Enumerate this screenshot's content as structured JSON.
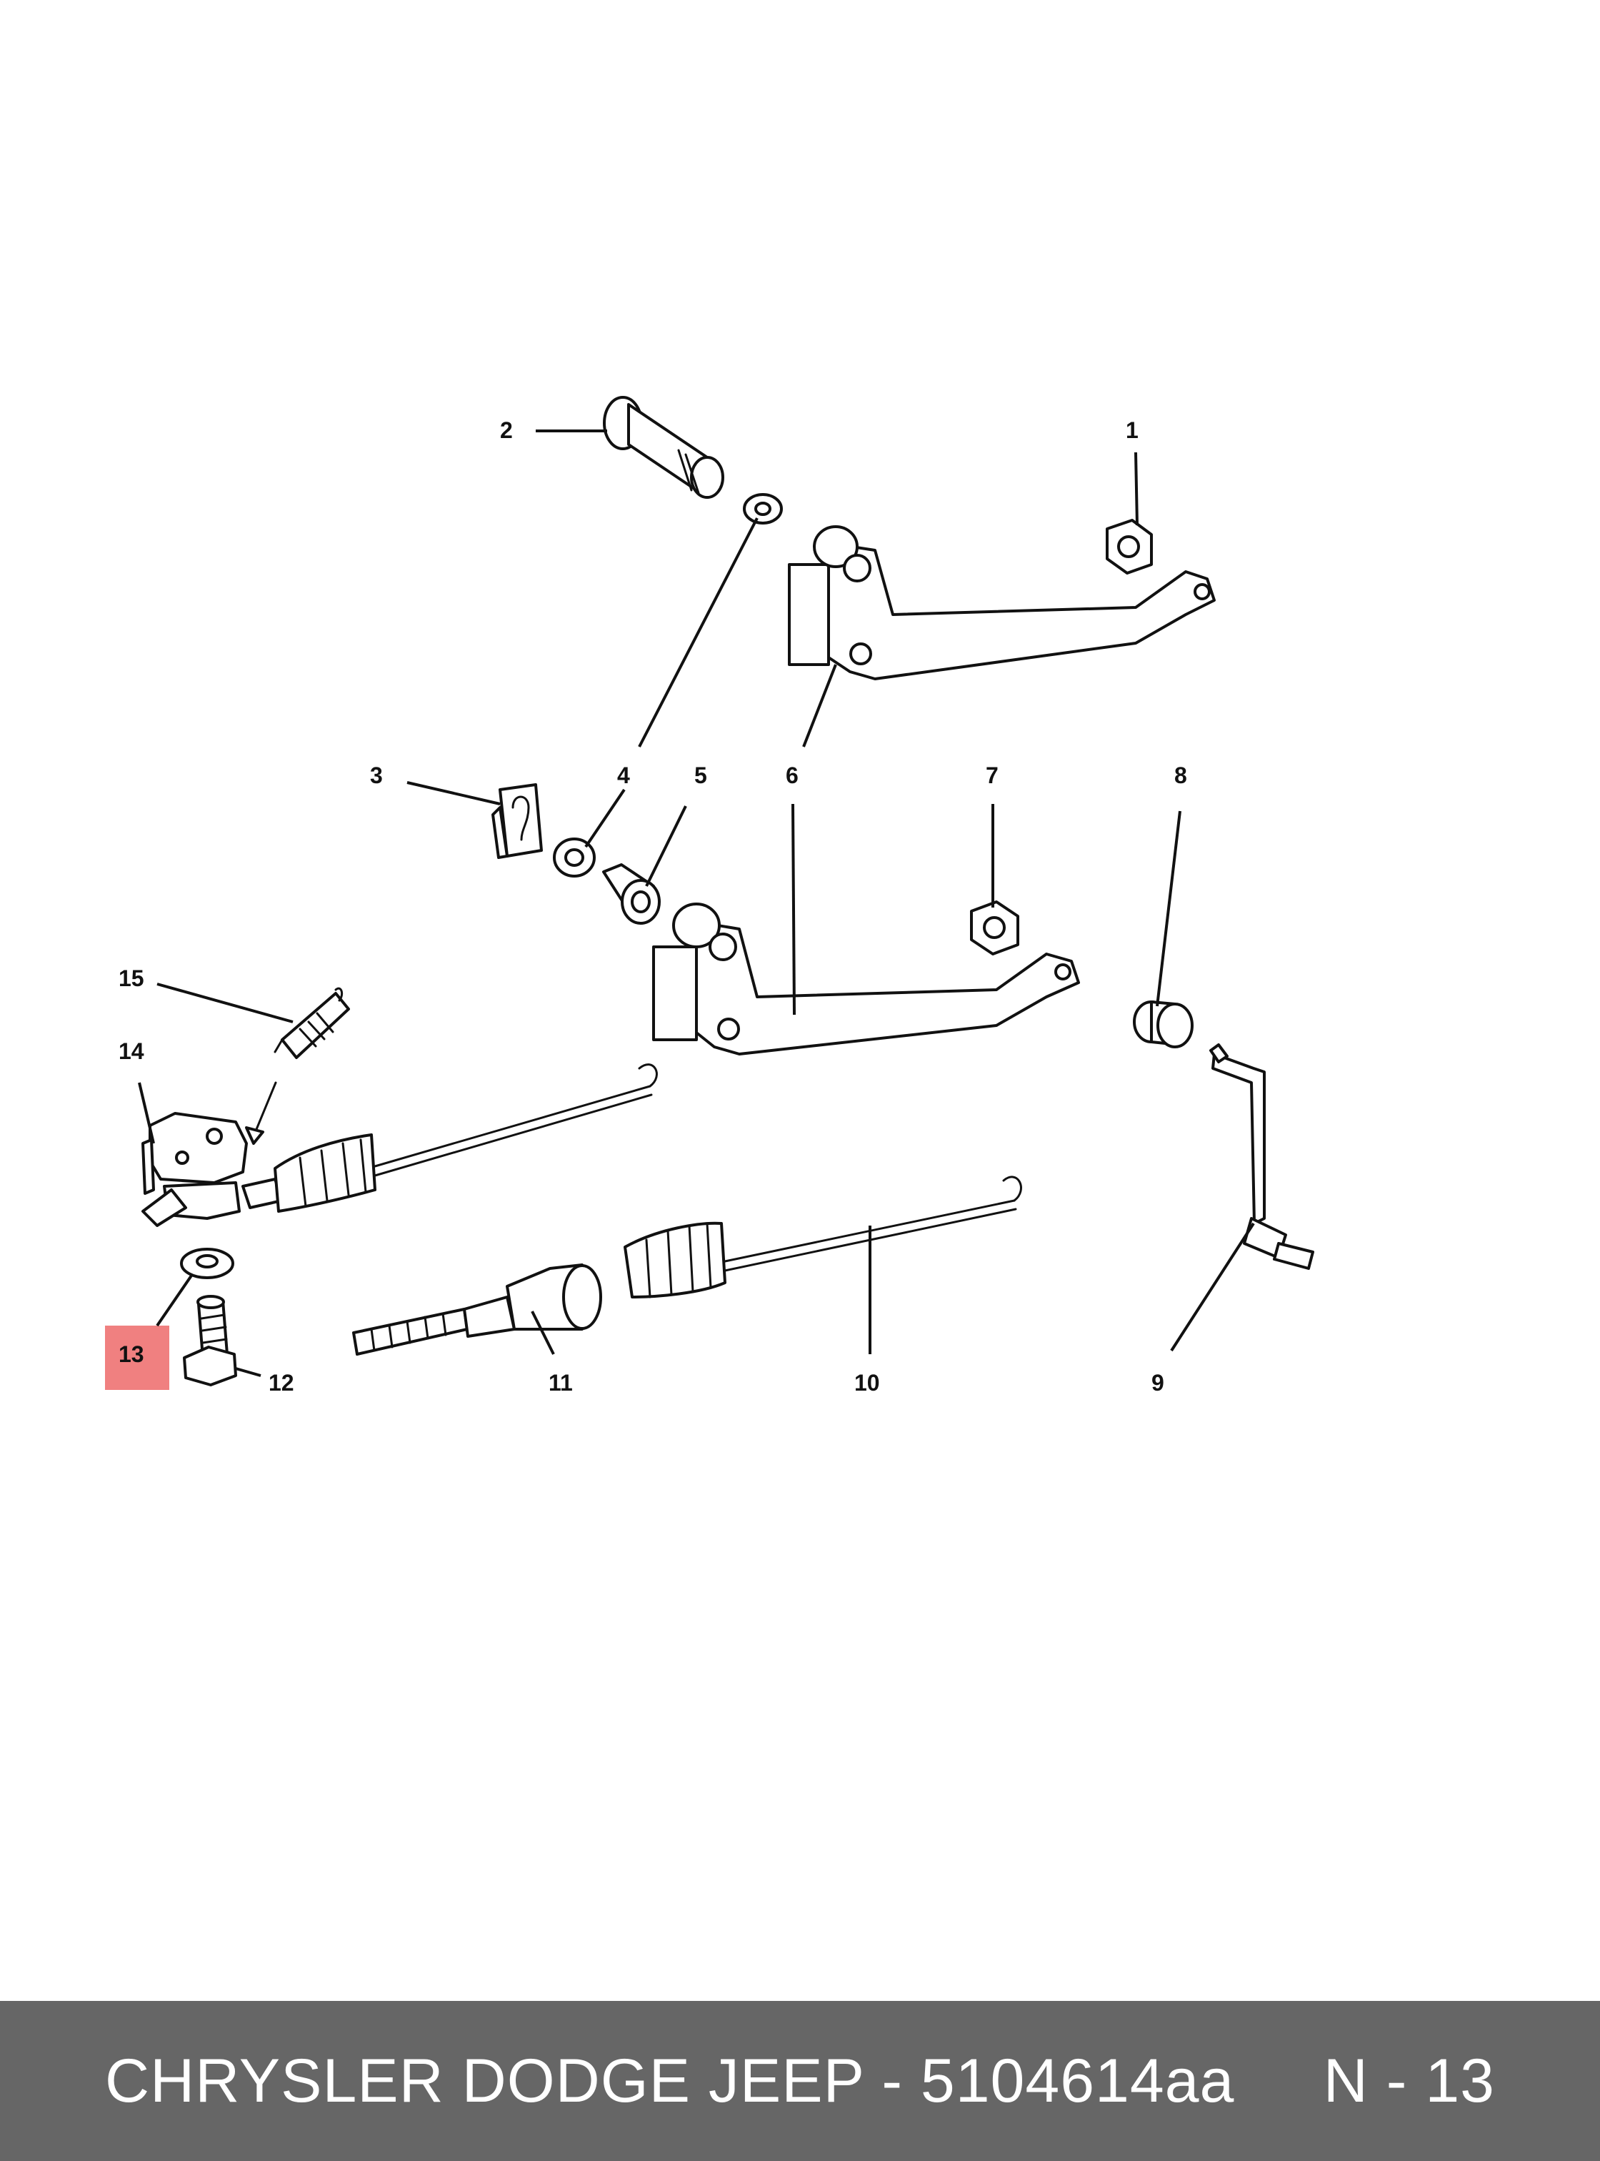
{
  "callouts": {
    "c1": "1",
    "c2": "2",
    "c3": "3",
    "c4": "4",
    "c5": "5",
    "c6": "6",
    "c7": "7",
    "c8": "8",
    "c9": "9",
    "c10": "10",
    "c11": "11",
    "c12": "12",
    "c13": "13",
    "c14": "14",
    "c15": "15"
  },
  "highlighted_callout": "13",
  "highlight_color": "#f08080",
  "footer": {
    "text": "CHRYSLER DODGE JEEP - 5104614aa     N - 13",
    "background": "#666666",
    "color": "#ffffff"
  }
}
